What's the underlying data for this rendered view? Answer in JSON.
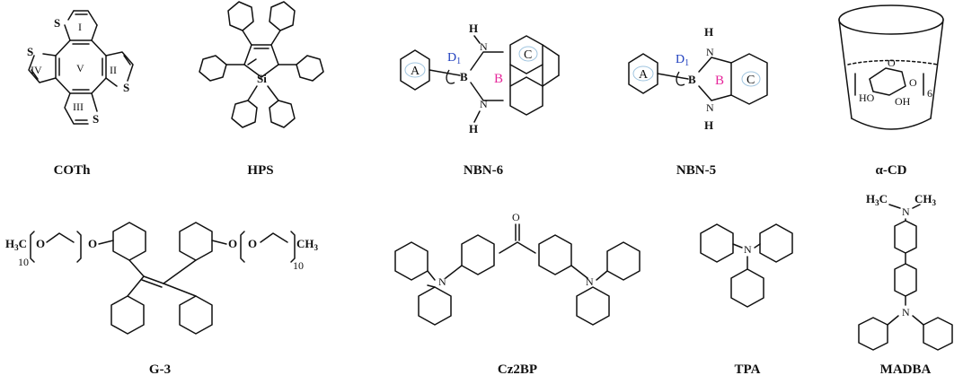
{
  "captions": {
    "coth": "COTh",
    "hps": "HPS",
    "nbn6": "NBN-6",
    "nbn5": "NBN-5",
    "acd": "α-CD",
    "g3": "G-3",
    "cz2bp": "Cz2BP",
    "tpa": "TPA",
    "madba": "MADBA"
  },
  "atoms": {
    "S": "S",
    "Si": "Si",
    "N": "N",
    "H": "H",
    "B": "B",
    "O": "O",
    "HO": "HO",
    "OH": "OH"
  },
  "roman": [
    "I",
    "II",
    "III",
    "IV",
    "V"
  ],
  "ring_labels": {
    "A": "A",
    "B": "B",
    "C": "C"
  },
  "d1": "D",
  "d1_sub": "1",
  "subscripts": {
    "six": "6",
    "ten": "10",
    "three": "3"
  },
  "groups": {
    "h3c": "H",
    "ch3": "CH"
  }
}
